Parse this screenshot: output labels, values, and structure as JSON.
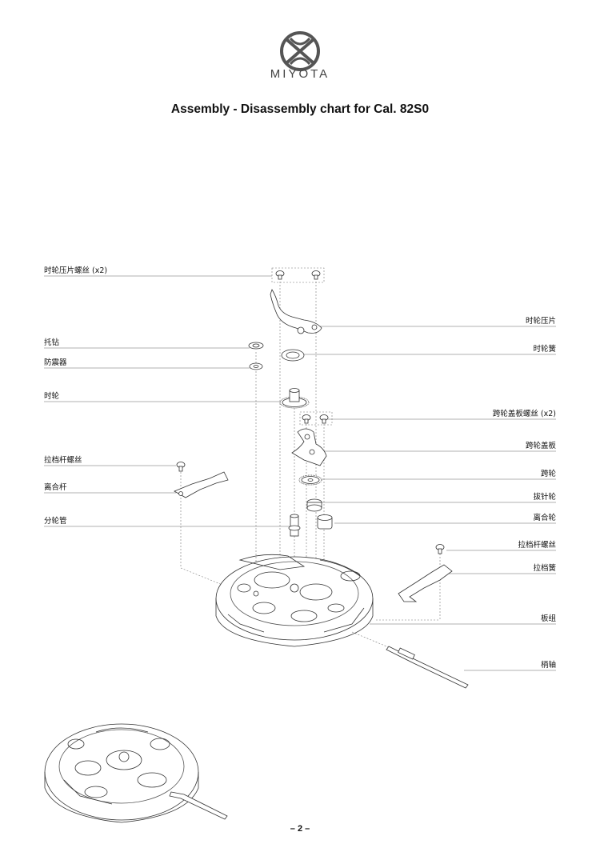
{
  "header": {
    "brand": "MIYOTA",
    "title": "Assembly - Disassembly chart for Cal. 82S0"
  },
  "labels_left": [
    {
      "id": "hour-wheel-plate-screw",
      "text": "时轮压片螺丝 (x2)"
    },
    {
      "id": "cap-jewel",
      "text": "托钻"
    },
    {
      "id": "shock-absorber",
      "text": "防震器"
    },
    {
      "id": "hour-wheel",
      "text": "时轮"
    },
    {
      "id": "setting-lever-screw-left",
      "text": "拉档杆螺丝"
    },
    {
      "id": "clutch-lever",
      "text": "离合杆"
    },
    {
      "id": "cannon-pinion",
      "text": "分轮管"
    }
  ],
  "labels_right": [
    {
      "id": "hour-wheel-plate",
      "text": "时轮压片"
    },
    {
      "id": "hour-wheel-spring",
      "text": "时轮簧"
    },
    {
      "id": "bridge-cover-screw",
      "text": "跨轮盖板螺丝 (x2)"
    },
    {
      "id": "bridge-cover-plate",
      "text": "跨轮盖板"
    },
    {
      "id": "minute-wheel",
      "text": "跨轮"
    },
    {
      "id": "setting-wheel",
      "text": "拔针轮"
    },
    {
      "id": "clutch-wheel",
      "text": "离合轮"
    },
    {
      "id": "setting-lever-screw-right",
      "text": "拉档杆螺丝"
    },
    {
      "id": "setting-lever-spring",
      "text": "拉档簧"
    },
    {
      "id": "main-plate-assembly",
      "text": "板组"
    },
    {
      "id": "winding-stem",
      "text": "柄轴"
    }
  ],
  "footer": {
    "page_number": "– 2 –"
  },
  "colors": {
    "line": "#666666",
    "ink": "#333333"
  }
}
